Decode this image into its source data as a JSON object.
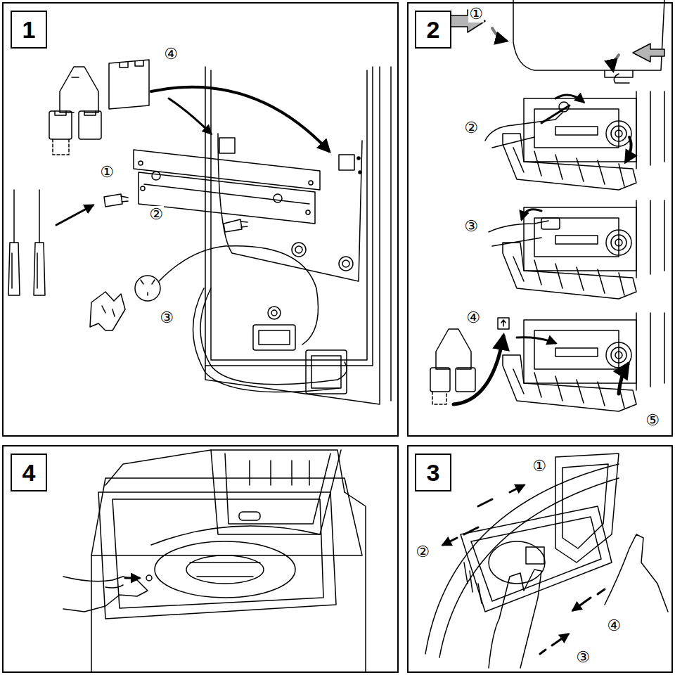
{
  "diagram": {
    "nodes": [
      {
        "text": [
          "1"
        ]
      },
      {
        "text": [
          "2"
        ]
      },
      {
        "text": [
          "4"
        ]
      },
      {
        "text": [
          "3"
        ]
      }
    ],
    "labels": [
      "④",
      "①",
      "②",
      "③",
      "①",
      "②",
      "③",
      "④",
      "⑤",
      "①",
      "②",
      "④",
      "③"
    ]
  }
}
